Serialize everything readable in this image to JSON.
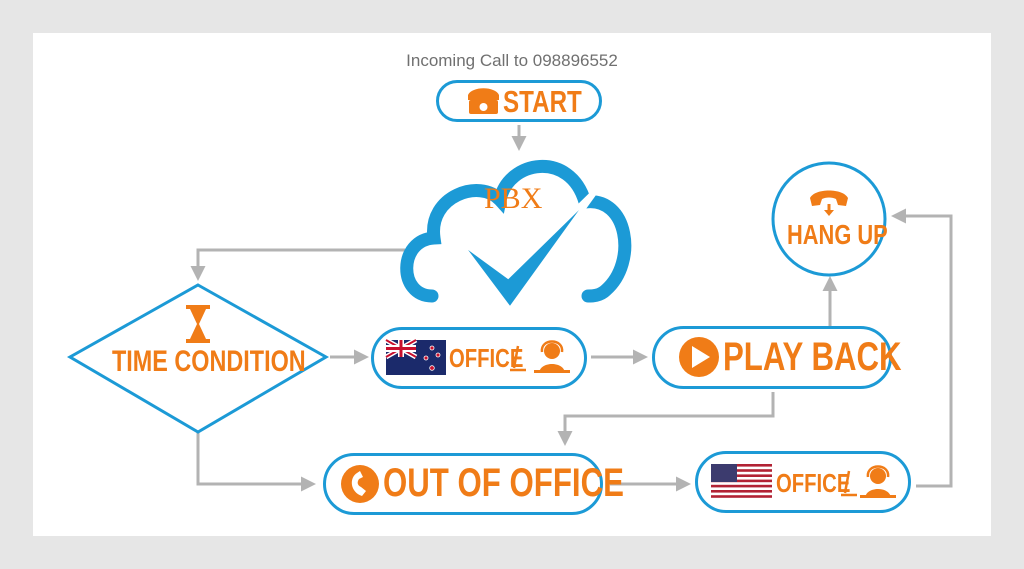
{
  "diagram": {
    "title": "Incoming Call to 098896552",
    "nodes": {
      "start": {
        "label": "START",
        "icon": "telephone-icon"
      },
      "pbx": {
        "label": "PBX",
        "icon": "cloud-check-icon"
      },
      "time_condition": {
        "label": "TIME CONDITION",
        "icon": "hourglass-icon"
      },
      "nz_office": {
        "label": "OFFICE",
        "icon": "new-zealand-flag-icon",
        "agent_icon": "support-agent-icon"
      },
      "play_back": {
        "label": "PLAY BACK",
        "icon": "play-icon"
      },
      "hang_up": {
        "label": "HANG UP",
        "icon": "hang-up-phone-icon"
      },
      "out_of_office": {
        "label": "OUT OF OFFICE",
        "icon": "phone-circle-icon"
      },
      "us_office": {
        "label": "OFFICE",
        "icon": "usa-flag-icon",
        "agent_icon": "support-agent-icon"
      }
    },
    "colors": {
      "border": "#1c9ad6",
      "label": "#f07c17",
      "arrow": "#b3b3b3"
    }
  }
}
